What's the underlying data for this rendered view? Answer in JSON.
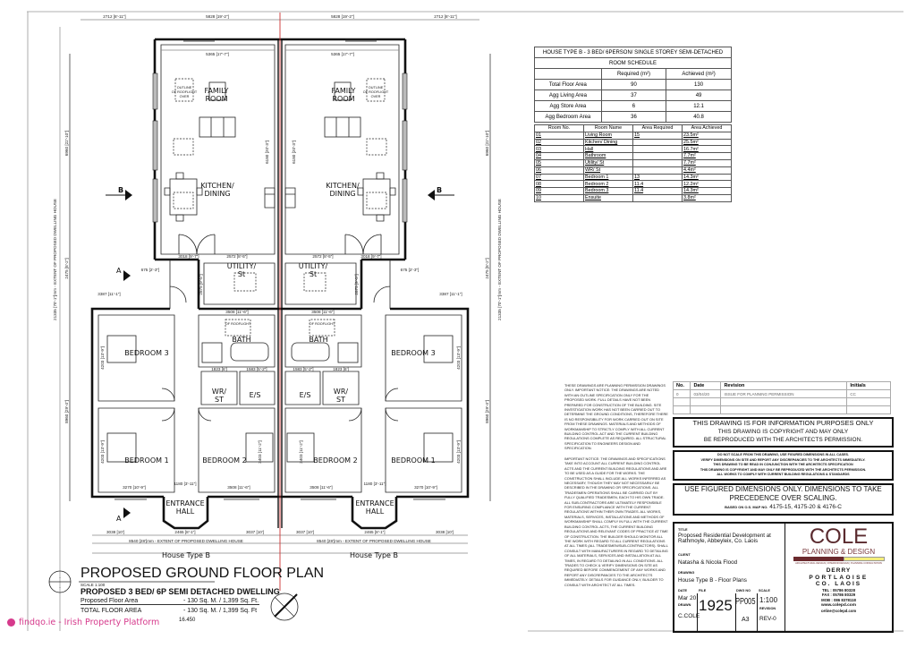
{
  "plan": {
    "rooms": {
      "family": "FAMILY",
      "room": "ROOM",
      "kitchen": "KITCHEN/",
      "dining": "DINING",
      "utility": "UTILITY/",
      "st": "St",
      "bath": "BATH",
      "bedroom3": "BEDROOM 3",
      "bedroom1": "BEDROOM 1",
      "bedroom2": "BEDROOM 2",
      "wr": "WR/",
      "wr_st": "ST",
      "es": "E/S",
      "entrance": "ENTRANCE",
      "hall": "HALL",
      "rooflight_1": "OUTLINE",
      "rooflight_2": "OF ROOFLIGHT",
      "rooflight_3": "OVER"
    },
    "section_a": "A",
    "section_b": "B",
    "dims": {
      "top_outer": "2712 [8'-11\"]",
      "top_main": "5828 [19'-2\"]",
      "inner_width": "5365 [17'-7\"]",
      "kitchen_depth": "6180 [20'-3\"]",
      "kitchen_door": "3018 [9'-7\"]",
      "utility_width": "2572 [8'-5\"]",
      "utility_depth": "2875 [9'-5\"]",
      "step": "675 [2'-3\"]",
      "bed3_width": "3387 [11'-1\"]",
      "bath_width": "3508 [11'-6\"]",
      "wr_width": "1823 [6']",
      "es_width": "1583 [5'-2\"]",
      "bed3_depth": "4203 [13'-9\"]",
      "bed1_depth": "4203 [13'-9\"]",
      "bed2_depth": "3403 [11'-2\"]",
      "bed1_width": "3270 [10'-9\"]",
      "hall_width": "1180 [3'-11\"]",
      "bed2_width": "3508 [11'-6\"]",
      "bottom_left": "3038 [10']",
      "bottom_mid": "2465 [8'-1\"]",
      "bottom_right": "3037 [10']",
      "extent_width": "8540 [28']mm - EXTENT OF PROPOSED DWELLING HOUSE",
      "house_type": "House Type B",
      "left_upper": "6960 [22'-10\"]",
      "left_mid": "2475 [8'-2\"]",
      "left_lower": "8960 [29'-4\"]",
      "extent_depth": "21335 [70'-1\"]mm - EXTENT OF PROPOSED DWELLING HOUSE"
    }
  },
  "title_panel": {
    "marker": "-",
    "title": "PROPOSED GROUND FLOOR PLAN",
    "scale": "SCALE 1:100",
    "subtitle": "PROPOSED 3 BED/ 6P SEMI DETACHED DWELLING",
    "proposed_label": "Proposed Floor Area",
    "proposed_value": "- 130 Sq. M. / 1,399 Sq. Ft.",
    "total_label": "TOTAL FLOOR AREA",
    "total_value": "- 130 Sq. M. / 1,399 Sq. Ft",
    "level": "16.450"
  },
  "schedule": {
    "title": "HOUSE TYPE B - 3 BED/ 6PERSON/ SINGLE STOREY SEMI-DETACHED",
    "subtitle": "ROOM SCHEDULE",
    "col_required": "Required (m²)",
    "col_achieved": "Achieved (m²)",
    "summary": [
      {
        "label": "Total Floor Area",
        "required": "90",
        "achieved": "130"
      },
      {
        "label": "Agg Living Area",
        "required": "37",
        "achieved": "49"
      },
      {
        "label": "Agg Store Area",
        "required": "6",
        "achieved": "12.1"
      },
      {
        "label": "Agg Bedroom Area",
        "required": "36",
        "achieved": "40.8"
      }
    ],
    "headers": [
      "Room No.",
      "Room Name",
      "Area Required",
      "Area Achieved"
    ],
    "rooms": [
      {
        "no": "01",
        "name": "Living Room",
        "required": "15",
        "achieved": "23.5m²"
      },
      {
        "no": "02",
        "name": "Kitchen/ Dining",
        "required": "",
        "achieved": "25.5m²"
      },
      {
        "no": "03",
        "name": "Hall",
        "required": "",
        "achieved": "16.7m²"
      },
      {
        "no": "04",
        "name": "Bathroom",
        "required": "",
        "achieved": "7.7m²"
      },
      {
        "no": "05",
        "name": "Utility/ St",
        "required": "",
        "achieved": "7.7m²"
      },
      {
        "no": "06",
        "name": "WR/ St",
        "required": "",
        "achieved": "4.4m²"
      },
      {
        "no": "07",
        "name": "Bedroom 1",
        "required": "13",
        "achieved": "14.3m²"
      },
      {
        "no": "08",
        "name": "Bedroom 2",
        "required": "11.4",
        "achieved": "12.2m²"
      },
      {
        "no": "09",
        "name": "Bedroom 3",
        "required": "11.4",
        "achieved": "14.3m²"
      },
      {
        "no": "10",
        "name": "Ensuite",
        "required": "",
        "achieved": "3.8m²"
      }
    ]
  },
  "notes": {
    "para1": "These drawings are planning permission drawings only. Important notice: the drawings are noted with an outline specification only for the proposed work. Full details have not been prepared for construction of the building. Site investigation work has not been carried out to determine the ground conditions, therefore there is no responsibility for work carried out on site from these drawings. Materials and methods of workmanship to strictly comply with all current building control act and the current building regulations complete as required. All structural specification to engineers design and specification.",
    "para2": "Important notice: the drawings and specifications take into account all current building control acts and the current building regulations and are to be used as a guide for the works. The construction shall include all works inferred as necessary, though they may not necessarily be described in the drawing or specifications. All tradesmen operations shall be carried out by fully qualified tradesmen, each to his own trade. All sub-contractors are ultimately responsible for ensuring compliance with the current regulations within their own trades. All works, materials, services, installations and methods of workmanship shall comply in full with the current building control acts, the current building regulations and relevant codes of practice at time of construction. The builder should monitor all the work with regard to all current regulations at all times (all tradesmen/sub-contractors). Shall consult with manufacturers in regard to detailing of all materials, services and installation at all times, in regard to detailing in all conditions. All trades to check & verify dimensions on site as required before commencement of any works and report any discrepancies to the architects immediately. Details for guidance only, builder to consult with architect at all times."
  },
  "revisions": {
    "headers": [
      "No.",
      "Date",
      "Revision",
      "Initials"
    ],
    "rows": [
      {
        "no": "0",
        "date": "03/04/20",
        "revision": "ISSUE FOR PLANNING PERMISSION",
        "initials": "CC"
      }
    ]
  },
  "notices": {
    "info_1": "THIS DRAWING IS FOR INFORMATION PURPOSES ONLY",
    "info_2": "THIS DRAWING IS COPYRIGHT AND MAY ONLY",
    "info_3": "BE REPRODUCED WITH THE ARCHITECTS PERMISSION.",
    "scale_1": "DO NOT SCALE FROM THIS DRAWING, USE FIGURED DIMENSIONS IN ALL CASES.",
    "scale_2": "VERIFY DIMENSIONS ON SITE AND REPORT ANY DISCREPANCIES TO THE ARCHITECTS IMMEDIATELY.",
    "scale_3": "THIS DRAWING TO BE READ IN CONJUNCTION WITH THE ARCHITECTS SPECIFICATION",
    "scale_4": "THIS DRAWING IS COPYRIGHT AND MAY ONLY BE REPRODUCED WITH THE ARCHITECTS PERMISSION.",
    "scale_5": "ALL WORKS TO COMPLY WITH CURRENT BUILDING REGULATIONS & STANDARDS",
    "figured_1": "USE FIGURED DIMENSIONS ONLY. DIMENSIONS TO TAKE",
    "figured_2": "PRECEDENCE OVER SCALING.",
    "map_label": "BASED ON O.S. MAP NO.",
    "map_value": "4175-15, 4175-20 & 4176-C"
  },
  "title_block": {
    "title_label": "TITLE",
    "title": "Proposed Residential Development at Rathmoyle, Abbeyleix, Co. Laois",
    "client_label": "CLIENT",
    "client": "Natasha & Nicola Flood",
    "drawing_label": "DRAWING",
    "drawing": "House Type B - Floor Plans",
    "date_label": "DATE",
    "date": "Mar 20",
    "file_label": "FILE",
    "file": "1925",
    "dwg_label": "DWG NO",
    "dwg": "PP005",
    "scale_label": "SCALE",
    "scale": "1:100",
    "drawn_label": "DRAWN",
    "drawn": "C.COLE",
    "size": "A3",
    "revision_label": "REVISION",
    "revision": "REV-0"
  },
  "company": {
    "name": "COLE",
    "tagline": "PLANNING & DESIGN",
    "services": "ARCHITECTURAL DESIGN | INTERIOR DESIGN | PLANNING CONSULTATION",
    "addr_1": "DERRY",
    "addr_2": "PORTLAOISE",
    "addr_3": "CO. LAOIS",
    "tel": "TEL : 05786 80328",
    "fax": "FAX : 05786 80329",
    "mob": "MOB : 086 8378118",
    "web": "www.colepd.com",
    "email": "celine@colepd.com",
    "brand_colors": {
      "maroon": "#6b2a2e",
      "yellow": "#f4ee7a"
    }
  },
  "watermark": {
    "text": "findqo.ie - Irish Property Platform",
    "color": "#d63a8c"
  }
}
